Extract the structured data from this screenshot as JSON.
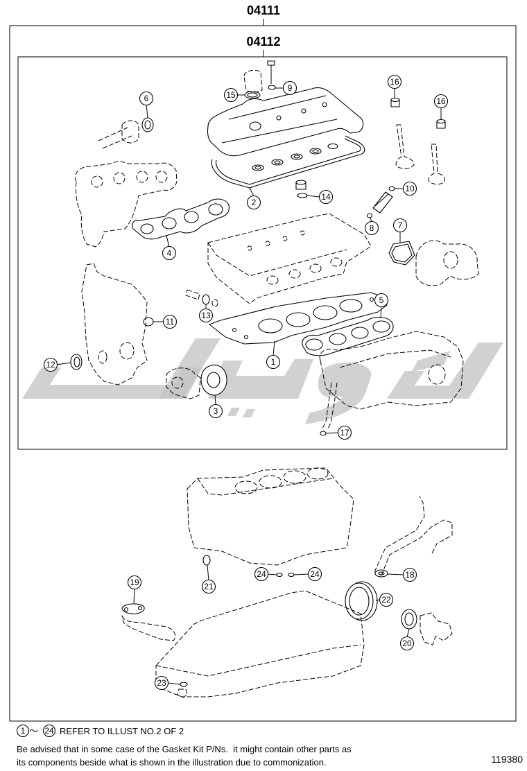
{
  "header": {
    "assembly_number": "04111",
    "subassembly_number": "04112"
  },
  "callouts": [
    {
      "label": "15"
    },
    {
      "label": "9"
    },
    {
      "label": "6"
    },
    {
      "label": "16"
    },
    {
      "label": "16"
    },
    {
      "label": "2"
    },
    {
      "label": "14"
    },
    {
      "label": "10"
    },
    {
      "label": "8"
    },
    {
      "label": "7"
    },
    {
      "label": "4"
    },
    {
      "label": "13"
    },
    {
      "label": "11"
    },
    {
      "label": "5"
    },
    {
      "label": "1"
    },
    {
      "label": "12"
    },
    {
      "label": "3"
    },
    {
      "label": "17"
    },
    {
      "label": "19"
    },
    {
      "label": "21"
    },
    {
      "label": "24"
    },
    {
      "label": "24"
    },
    {
      "label": "18"
    },
    {
      "label": "22"
    },
    {
      "label": "20"
    },
    {
      "label": "23"
    }
  ],
  "footer": {
    "refer_start": "1",
    "refer_separator": "～",
    "refer_end": "24",
    "refer_text": "REFER TO ILLUST NO.2 OF 2",
    "note_line1": "Be advised that in some case of the Gasket Kit P/Ns.  it might contain other parts as",
    "note_line2": "its components beside what is shown in the illustration due to commonization.",
    "illustration_number": "119380"
  },
  "colors": {
    "line": "#000000",
    "watermark": "#c4c4c4",
    "background": "#ffffff"
  }
}
